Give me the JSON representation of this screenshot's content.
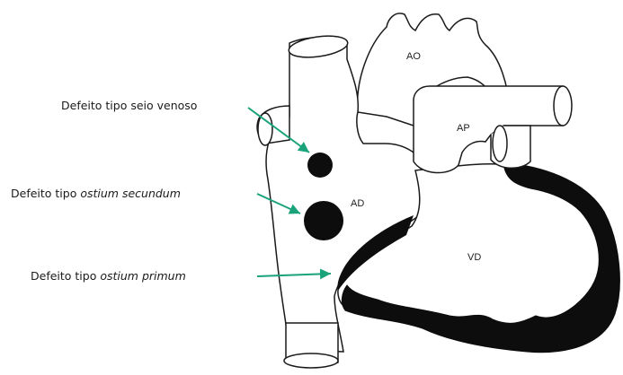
{
  "labels": {
    "seio_venoso": {
      "prefix": "Defeito tipo seio venoso",
      "term": ""
    },
    "ostium_secundum": {
      "prefix": "Defeito tipo ",
      "term": "ostium secundum"
    },
    "ostium_primum": {
      "prefix": "Defeito tipo ",
      "term": "ostium primum"
    }
  },
  "structures": {
    "ao": "AO",
    "ap": "AP",
    "ad": "AD",
    "vd": "VD"
  },
  "colors": {
    "stroke": "#1a1a1a",
    "fill_dark": "#0d0d0d",
    "arrow": "#1aa37a"
  }
}
